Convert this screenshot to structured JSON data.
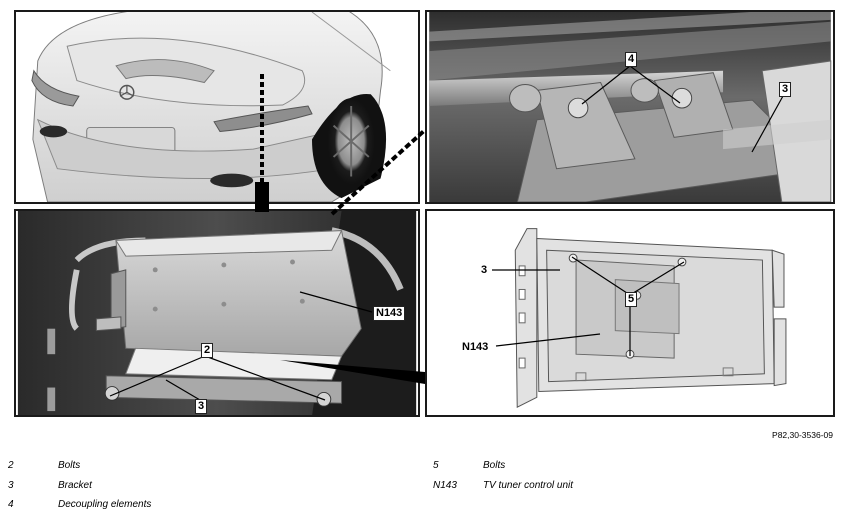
{
  "callouts": {
    "tl": {},
    "tr": {
      "bolts": "4",
      "bracket": "3"
    },
    "bl": {
      "bolts": "2",
      "bracket": "3",
      "unit": "N143"
    },
    "br": {
      "bracket": "3",
      "bolts": "5",
      "unit": "N143"
    }
  },
  "figure_ref": "P82,30-3536-09",
  "legend": [
    {
      "num": "2",
      "text": "Bolts"
    },
    {
      "num": "3",
      "text": "Bracket"
    },
    {
      "num": "4",
      "text": "Decoupling elements"
    },
    {
      "num": "5",
      "text": "Bolts"
    },
    {
      "num": "N143",
      "text": "TV tuner control unit"
    }
  ],
  "colors": {
    "border": "#1a1a1a",
    "metal": "#c8c8c8",
    "dark": "#3a3a3a"
  }
}
